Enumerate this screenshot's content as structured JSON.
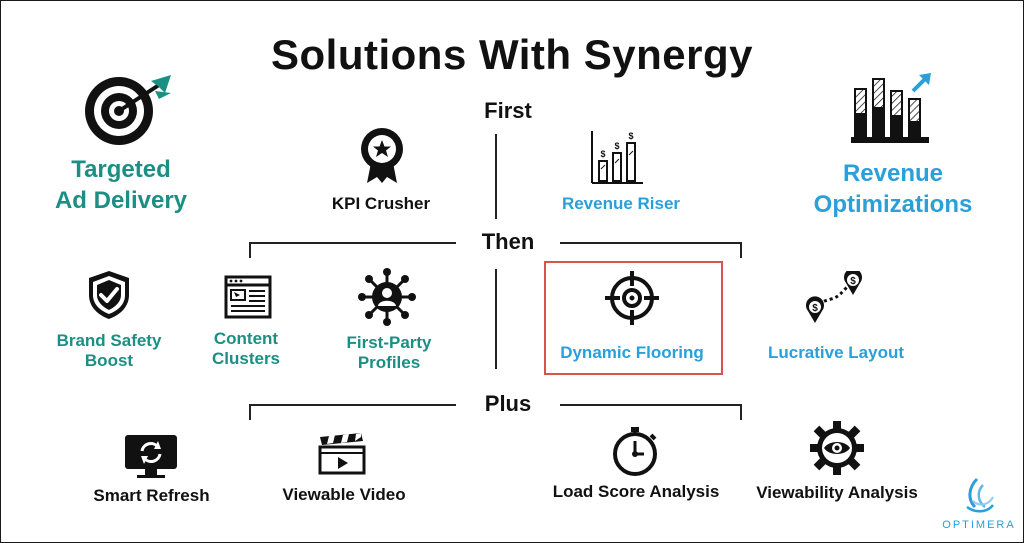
{
  "title": "Solutions With Synergy",
  "sections": {
    "first": "First",
    "then": "Then",
    "plus": "Plus"
  },
  "first": {
    "left_feature": "Targeted\nAd Delivery",
    "kpi": "KPI Crusher",
    "revenue_riser": "Revenue Riser",
    "right_feature": "Revenue\nOptimizations"
  },
  "then": {
    "brand_safety": "Brand Safety\nBoost",
    "content_clusters": "Content\nClusters",
    "first_party": "First-Party\nProfiles",
    "dynamic_flooring": "Dynamic Flooring",
    "lucrative_layout": "Lucrative Layout"
  },
  "plus": {
    "smart_refresh": "Smart Refresh",
    "viewable_video": "Viewable Video",
    "load_score": "Load Score Analysis",
    "viewability": "Viewability Analysis"
  },
  "logo": "OPTIMERA",
  "colors": {
    "teal": "#1b8f84",
    "blue": "#2a9fd8",
    "highlight": "#d9534f",
    "text": "#111111"
  },
  "icons": {
    "targeted": "target-arrow-icon",
    "kpi": "award-ribbon-icon",
    "revenue_riser": "dollar-bar-chart-icon",
    "revenue_opt": "bar-chart-arrow-icon",
    "brand_safety": "shield-check-icon",
    "content_clusters": "browser-layout-icon",
    "first_party": "user-network-icon",
    "dynamic_flooring": "crosshair-icon",
    "lucrative_layout": "dollar-route-icon",
    "smart_refresh": "monitor-refresh-icon",
    "viewable_video": "clapperboard-icon",
    "load_score": "stopwatch-icon",
    "viewability": "gear-eye-icon"
  }
}
